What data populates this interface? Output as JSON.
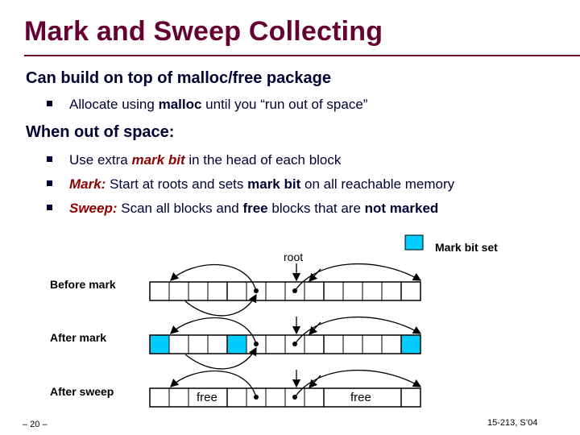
{
  "title": "Mark and Sweep Collecting",
  "heading1": "Can build on top of malloc/free package",
  "bullets1": [
    {
      "pre": "Allocate using ",
      "bold": "malloc",
      "post": " until you “run out of space”"
    }
  ],
  "heading2": "When out of space:",
  "bullet_a": {
    "pre": "Use extra ",
    "em": "mark bit",
    "post": " in the head of each block"
  },
  "bullet_b": {
    "em": "Mark:",
    "pre": " Start at roots and sets ",
    "bold": "mark bit",
    "post": " on all reachable memory"
  },
  "bullet_c": {
    "em": "Sweep:",
    "pre": " Scan all blocks and ",
    "bold1": "free",
    "mid": " blocks that are ",
    "bold2": "not marked"
  },
  "legend": "Mark bit set",
  "root_label": "root",
  "rows": [
    {
      "label": "Before mark"
    },
    {
      "label": "After mark"
    },
    {
      "label": "After sweep"
    }
  ],
  "free_label": "free",
  "footer_left": "– 20 –",
  "footer_right": "15-213, S’04",
  "colors": {
    "title": "#660033",
    "mark": "#00ccff",
    "emphasis": "#8b0000"
  }
}
